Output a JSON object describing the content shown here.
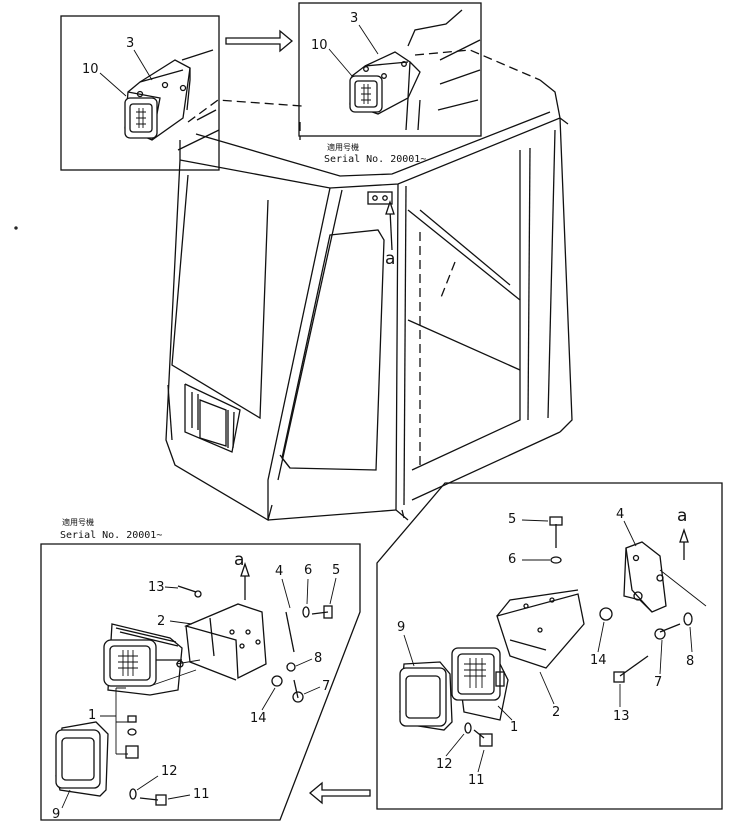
{
  "callouts": {
    "top_left": {
      "c3": "3",
      "c10": "10"
    },
    "top_right": {
      "c3": "3",
      "c10": "10"
    },
    "cab": {
      "a": "a"
    },
    "bottom_left": {
      "c1": "1",
      "c2": "2",
      "c4": "4",
      "c5": "5",
      "c6": "6",
      "c7": "7",
      "c8": "8",
      "c9": "9",
      "c11": "11",
      "c12": "12",
      "c13": "13",
      "c14": "14",
      "a": "a"
    },
    "bottom_right": {
      "c1": "1",
      "c2": "2",
      "c4": "4",
      "c5": "5",
      "c6": "6",
      "c7": "7",
      "c8": "8",
      "c9": "9",
      "c11": "11",
      "c12": "12",
      "c13": "13",
      "c14": "14",
      "a": "a"
    }
  },
  "notes": {
    "top_right_serial_cjk": "適用号機",
    "top_right_serial": "Serial No. 20001~",
    "bottom_left_serial_cjk": "適用号機",
    "bottom_left_serial": "Serial No. 20001~"
  }
}
